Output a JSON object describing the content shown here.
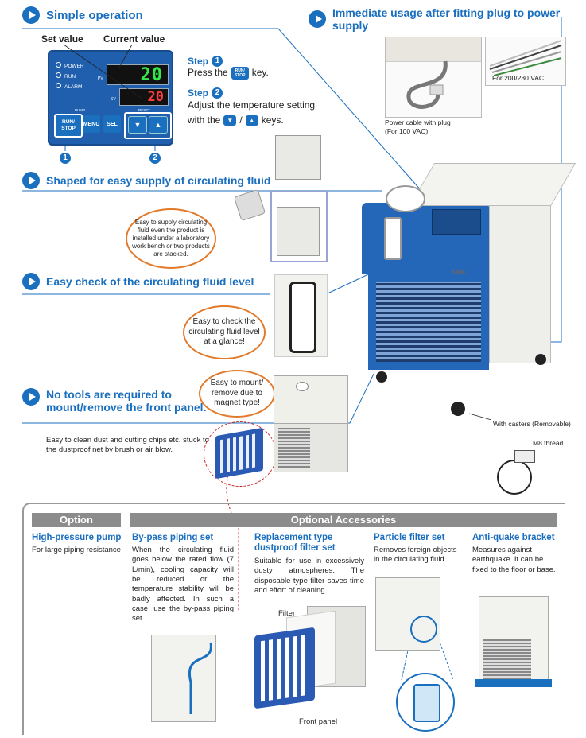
{
  "sections": {
    "simple_operation": "Simple operation",
    "immediate_usage": "Immediate usage after fitting plug to power supply",
    "shaped_supply": "Shaped for easy supply of circulating fluid",
    "easy_check": "Easy check of the circulating fluid level",
    "no_tools_line1": "No tools are required to",
    "no_tools_line2": "mount/remove the front panel."
  },
  "control_panel": {
    "set_value_label": "Set value",
    "current_value_label": "Current value",
    "indicators": [
      "POWER",
      "RUN",
      "ALARM"
    ],
    "pv_label": "PV",
    "sv_label": "SV",
    "pv_value": "20",
    "sv_value": "20",
    "pump_label": "PUMP",
    "reset_label": "RESET",
    "run_stop": "RUN/ STOP",
    "menu": "MENU",
    "sel": "SEL",
    "callout1": "1",
    "callout2": "2"
  },
  "steps": {
    "step1_label": "Step",
    "step1_num": "1",
    "step1_text_a": "Press the",
    "step1_key": "RUN/ STOP",
    "step1_text_b": "key.",
    "step2_label": "Step",
    "step2_num": "2",
    "step2_text_a": "Adjust the temperature setting",
    "step2_text_b": "with the",
    "step2_sep": "/",
    "step2_text_c": "keys."
  },
  "power": {
    "vac_label": "For 200/230 VAC",
    "cable_label": "Power cable with plug\n(For 100 VAC)"
  },
  "bubbles": {
    "supply": "Easy to supply circulating fluid even the product is installed under a laboratory work bench or two products are stacked.",
    "check": "Easy to check the circulating fluid level at a glance!",
    "mount": "Easy to mount/ remove due to magnet type!"
  },
  "dust_note": "Easy to clean dust and cutting chips etc. stuck to the dustproof net by brush or air blow.",
  "casters": {
    "label": "With casters (Removable)",
    "thread": "M8 thread"
  },
  "brand": "SMC",
  "option": {
    "header": "Option",
    "title": "High-pressure pump",
    "text": "For large piping resistance"
  },
  "accessories": {
    "header": "Optional Accessories",
    "bypass": {
      "title": "By-pass piping set",
      "text": "When the circulating fluid goes below the rated flow (7 L/min), cooling capacity will be reduced or the temperature stability will be badly affected. In such a case, use the by-pass piping set."
    },
    "filter": {
      "title_line1": "Replacement type",
      "title_line2": "dustproof filter set",
      "text": "Suitable for use in excessively dusty atmospheres. The disposable type filter saves time and effort of cleaning.",
      "label_filter": "Filter",
      "label_front": "Front panel"
    },
    "particle": {
      "title": "Particle filter set",
      "text": "Removes foreign objects in the circulating fluid."
    },
    "antiquake": {
      "title": "Anti-quake bracket",
      "text": "Measures against earthquake. It can be fixed to the floor or base."
    }
  },
  "colors": {
    "accent_blue": "#1b6fbf",
    "callout_orange": "#e27a2b",
    "panel_gray": "#8c8c8c"
  }
}
